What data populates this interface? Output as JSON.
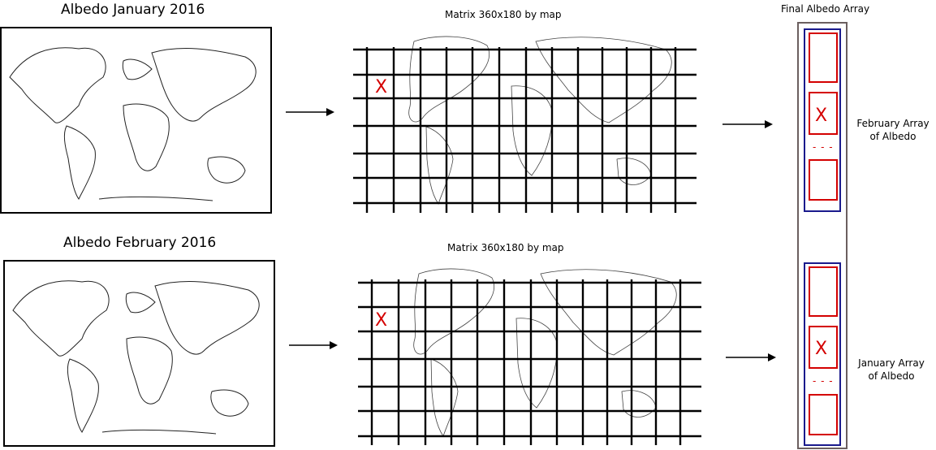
{
  "maps": {
    "jan_title": "Albedo January 2016",
    "feb_title": "Albedo February 2016"
  },
  "matrix": {
    "top_title": "Matrix 360x180 by map",
    "bottom_title": "Matrix 360x180 by map",
    "cell_marker": "X"
  },
  "final_array": {
    "title": "Final Albedo Array",
    "february_label": "February Array\nof Albedo",
    "january_label": "January Array\nof Albedo",
    "cell_marker": "X",
    "ellipsis": "- - -"
  },
  "colors": {
    "marker": "#d40000",
    "block_border": "#1a1a8c",
    "outer_border": "#6b5f5f"
  }
}
